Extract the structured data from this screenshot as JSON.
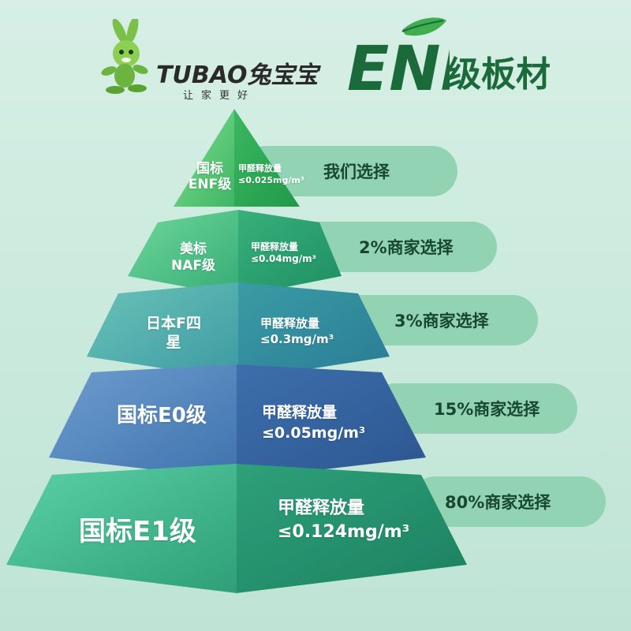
{
  "brand": {
    "name": "TUBAO兔宝宝",
    "slogan": "让家更好"
  },
  "title": {
    "mark": "ENF",
    "text": "级板材"
  },
  "tiers": [
    {
      "label": "国标ENF级",
      "desc": "甲醛释放量≤0.025mg/m³",
      "share": "我们选择"
    },
    {
      "label": "美标NAF级",
      "desc": "甲醛释放量≤0.04mg/m³",
      "share": "2%商家选择"
    },
    {
      "label": "日本F四星",
      "desc": "甲醛释放量≤0.3mg/m³",
      "share": "3%商家选择"
    },
    {
      "label": "国标E0级",
      "desc": "甲醛释放量≤0.05mg/m³",
      "share": "15%商家选择"
    },
    {
      "label": "国标E1级",
      "desc": "甲醛释放量≤0.124mg/m³",
      "share": "80%商家选择"
    }
  ],
  "colors": {
    "background": "#cdebdf",
    "pill": "#92d3b4",
    "pill_text": "#17472c",
    "tier1": "#4ec27a",
    "tier2": "#46b283",
    "tier3": "#4aa39b",
    "tier4": "#4b7db0",
    "tier5": "#3aa27f",
    "title_green": "#1b6b3a"
  }
}
